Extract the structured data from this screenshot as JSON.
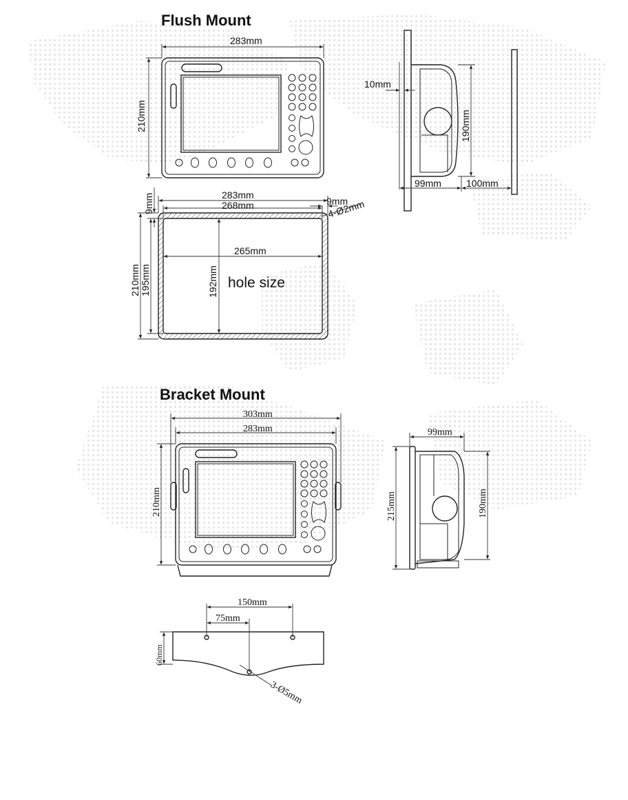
{
  "headings": {
    "flush": "Flush Mount",
    "bracket": "Bracket Mount"
  },
  "flush": {
    "front": {
      "width": "283mm",
      "height": "210mm"
    },
    "side": {
      "depth_lip": "10mm",
      "height": "190mm",
      "depth": "99mm",
      "clearance": "100mm"
    },
    "cutout": {
      "outer_width": "283mm",
      "inner_width": "268mm",
      "border_top": "9mm",
      "border_right": "9mm",
      "holes": "4-Ø2mm",
      "hole_width": "265mm",
      "outer_height": "210mm",
      "inner_height": "195mm",
      "hole_height": "192mm",
      "hole_label": "hole size"
    }
  },
  "bracket": {
    "front": {
      "bracket_width": "303mm",
      "width": "283mm",
      "height": "210mm"
    },
    "side": {
      "depth": "99mm",
      "height": "215mm",
      "unit_height": "190mm"
    },
    "base": {
      "spacing": "150mm",
      "offset": "75mm",
      "depth": "60mm",
      "holes": "3-Ø5mm"
    }
  }
}
